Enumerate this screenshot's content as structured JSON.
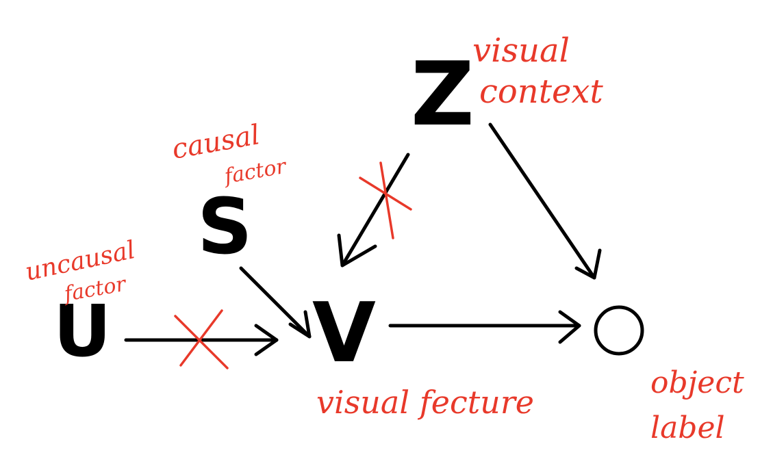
{
  "colors": {
    "ink": "#000000",
    "annotation": "#e8392a",
    "background": "#ffffff"
  },
  "nodes": {
    "z": {
      "symbol": "Z",
      "annotation_lines": [
        "visual",
        "context"
      ]
    },
    "s": {
      "symbol": "S",
      "annotation_lines": [
        "causal",
        "factor"
      ]
    },
    "u": {
      "symbol": "U",
      "annotation_lines": [
        "uncausal",
        "factor"
      ]
    },
    "v": {
      "symbol": "V",
      "annotation_lines": [
        "visual fecture"
      ]
    },
    "o": {
      "symbol": "",
      "annotation_lines": [
        "object",
        "label"
      ]
    }
  },
  "edges": [
    {
      "from": "Z",
      "to": "V",
      "blocked": true
    },
    {
      "from": "Z",
      "to": "O",
      "blocked": false
    },
    {
      "from": "S",
      "to": "V",
      "blocked": false
    },
    {
      "from": "U",
      "to": "V",
      "blocked": true
    },
    {
      "from": "V",
      "to": "O",
      "blocked": false
    }
  ]
}
